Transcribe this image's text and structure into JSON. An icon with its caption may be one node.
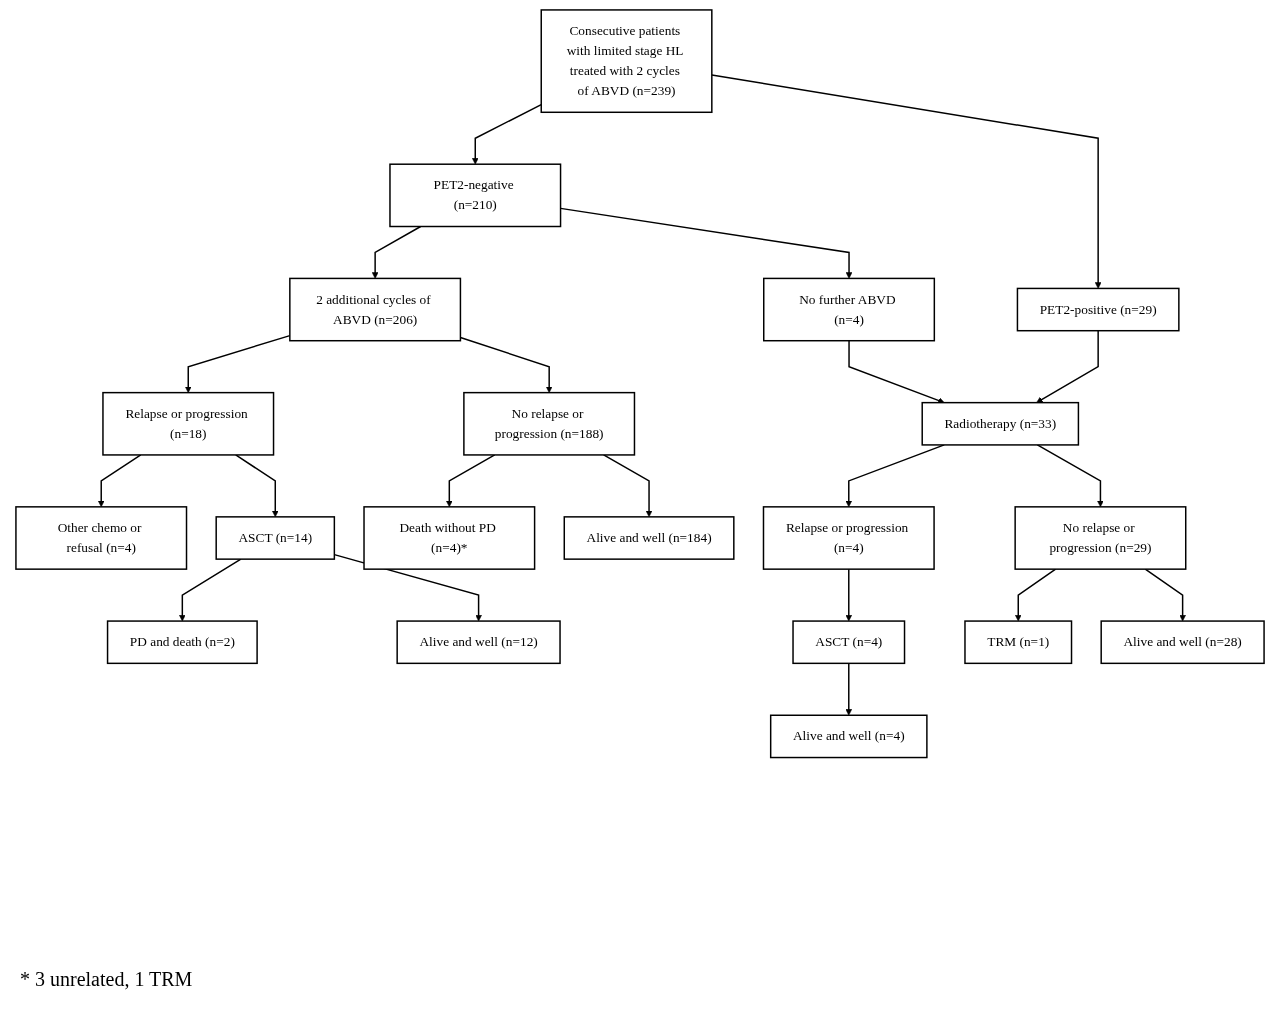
{
  "diagram": {
    "nodes": [
      {
        "text": [
          "Consecutive patients with limited stage HL treated with 2 cycles of ABVD (n=239)"
        ]
      },
      {
        "text": [
          "PET2-negative (n=210)"
        ]
      },
      {
        "text": [
          "PET2-positive (n=29)"
        ]
      },
      {
        "text": [
          "No further ABVD (n=4)"
        ]
      },
      {
        "text": [
          "2 additional cycles of ABVD (n=206)"
        ]
      },
      {
        "text": [
          "Radiotherapy (n=33)"
        ]
      },
      {
        "text": [
          "No relapse or progression (n=188)"
        ]
      },
      {
        "text": [
          "Relapse or progression (n=18)"
        ]
      },
      {
        "text": [
          "No relapse or progression (n=29)"
        ]
      },
      {
        "text": [
          "Relapse or progression (n=4)"
        ]
      },
      {
        "text": [
          "Alive and well (n=184)"
        ]
      },
      {
        "text": [
          "Death without PD (n=4)*"
        ]
      },
      {
        "text": [
          "ASCT (n=14)"
        ]
      },
      {
        "text": [
          "Other chemo or refusal (n=4)"
        ]
      },
      {
        "text": [
          "Alive and well (n=28)"
        ]
      },
      {
        "text": [
          "TRM (n=1)"
        ]
      },
      {
        "text": [
          "ASCT (n=4)"
        ]
      },
      {
        "text": [
          "Alive and well (n=12)"
        ]
      },
      {
        "text": [
          "PD and death (n=2)"
        ]
      },
      {
        "text": [
          "Alive and well (n=4)"
        ]
      }
    ],
    "edges": [
      {
        "from": 0,
        "to": 1,
        "arrow": "to"
      },
      {
        "from": 0,
        "to": 2,
        "arrow": "to"
      },
      {
        "from": 1,
        "to": 3,
        "arrow": "to"
      },
      {
        "from": 1,
        "to": 4,
        "arrow": "to"
      },
      {
        "from": 3,
        "to": 5,
        "arrow": "to"
      },
      {
        "from": 2,
        "to": 5,
        "arrow": "to"
      },
      {
        "from": 4,
        "to": 6,
        "arrow": "to"
      },
      {
        "from": 4,
        "to": 7,
        "arrow": "to"
      },
      {
        "from": 5,
        "to": 8,
        "arrow": "to"
      },
      {
        "from": 5,
        "to": 9,
        "arrow": "to"
      },
      {
        "from": 6,
        "to": 10,
        "arrow": "to"
      },
      {
        "from": 6,
        "to": 11,
        "arrow": "to"
      },
      {
        "from": 7,
        "to": 12,
        "arrow": "to"
      },
      {
        "from": 7,
        "to": 13,
        "arrow": "to"
      },
      {
        "from": 8,
        "to": 14,
        "arrow": "to"
      },
      {
        "from": 8,
        "to": 15,
        "arrow": "to"
      },
      {
        "from": 9,
        "to": 16,
        "arrow": "to"
      },
      {
        "from": 12,
        "to": 17,
        "arrow": "to"
      },
      {
        "from": 12,
        "to": 18,
        "arrow": "to"
      },
      {
        "from": 16,
        "to": 19,
        "arrow": "to"
      }
    ],
    "labels": [
      "* 3 unrelated, 1 TRM"
    ]
  }
}
